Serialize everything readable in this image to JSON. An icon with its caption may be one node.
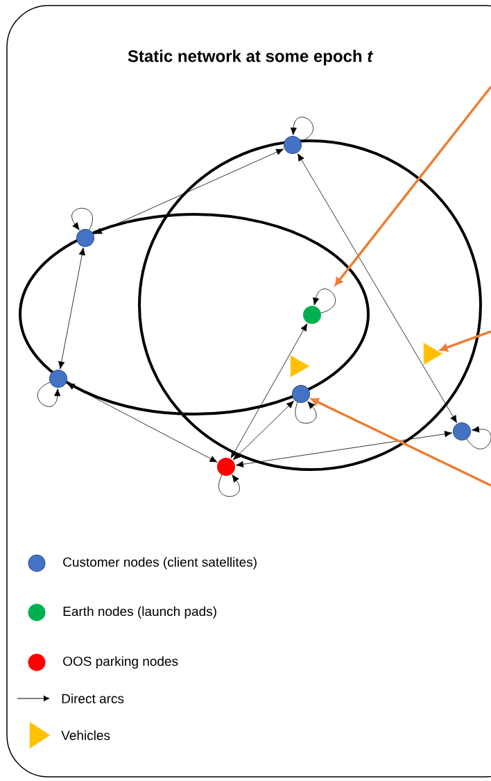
{
  "diagram": {
    "title": "Static network at some epoch *t*",
    "nodes": [
      {
        "text": [],
        "shape": "circle"
      },
      {
        "text": [],
        "shape": "circle"
      },
      {
        "text": [],
        "shape": "circle"
      },
      {
        "text": [],
        "shape": "triangle"
      },
      {
        "text": [],
        "shape": "triangle"
      },
      {
        "text": [],
        "shape": "circle"
      },
      {
        "text": [],
        "shape": "circle"
      },
      {
        "text": [],
        "shape": "circle"
      },
      {
        "text": [],
        "shape": "circle"
      }
    ],
    "edges": [
      {
        "from": 0,
        "to": 1,
        "arrow": "both"
      },
      {
        "from": 1,
        "to": 5,
        "arrow": "both"
      },
      {
        "from": 5,
        "to": 8,
        "arrow": "both"
      },
      {
        "from": 8,
        "to": 7,
        "arrow": "both"
      },
      {
        "from": 0,
        "to": 7,
        "arrow": "both"
      },
      {
        "from": 8,
        "to": 2,
        "arrow": "both"
      },
      {
        "from": 8,
        "to": 6,
        "arrow": "both"
      },
      {
        "from": 0,
        "to": 0,
        "arrow": "to"
      },
      {
        "from": 1,
        "to": 1,
        "arrow": "to"
      },
      {
        "from": 2,
        "to": 2,
        "arrow": "to"
      },
      {
        "from": 5,
        "to": 5,
        "arrow": "to"
      },
      {
        "from": 6,
        "to": 6,
        "arrow": "to"
      },
      {
        "from": 7,
        "to": 7,
        "arrow": "to"
      },
      {
        "from": 8,
        "to": 8,
        "arrow": "to"
      },
      {
        "from": null,
        "to": 2,
        "arrow": "to",
        "style": "thick",
        "color": "#ed7d31"
      },
      {
        "from": null,
        "to": 3,
        "arrow": "to",
        "style": "thick",
        "color": "#ed7d31"
      },
      {
        "from": null,
        "to": 6,
        "arrow": "to",
        "style": "thick",
        "color": "#ed7d31"
      }
    ],
    "legend": [
      {
        "text": "Customer nodes (client satellites)",
        "color": "#4472c4"
      },
      {
        "text": "Earth nodes (launch pads)",
        "color": "#00b050"
      },
      {
        "text": "OOS parking nodes",
        "color": "#ff0000"
      },
      {
        "text": "Direct arcs"
      },
      {
        "text": "Vehicles"
      }
    ]
  }
}
